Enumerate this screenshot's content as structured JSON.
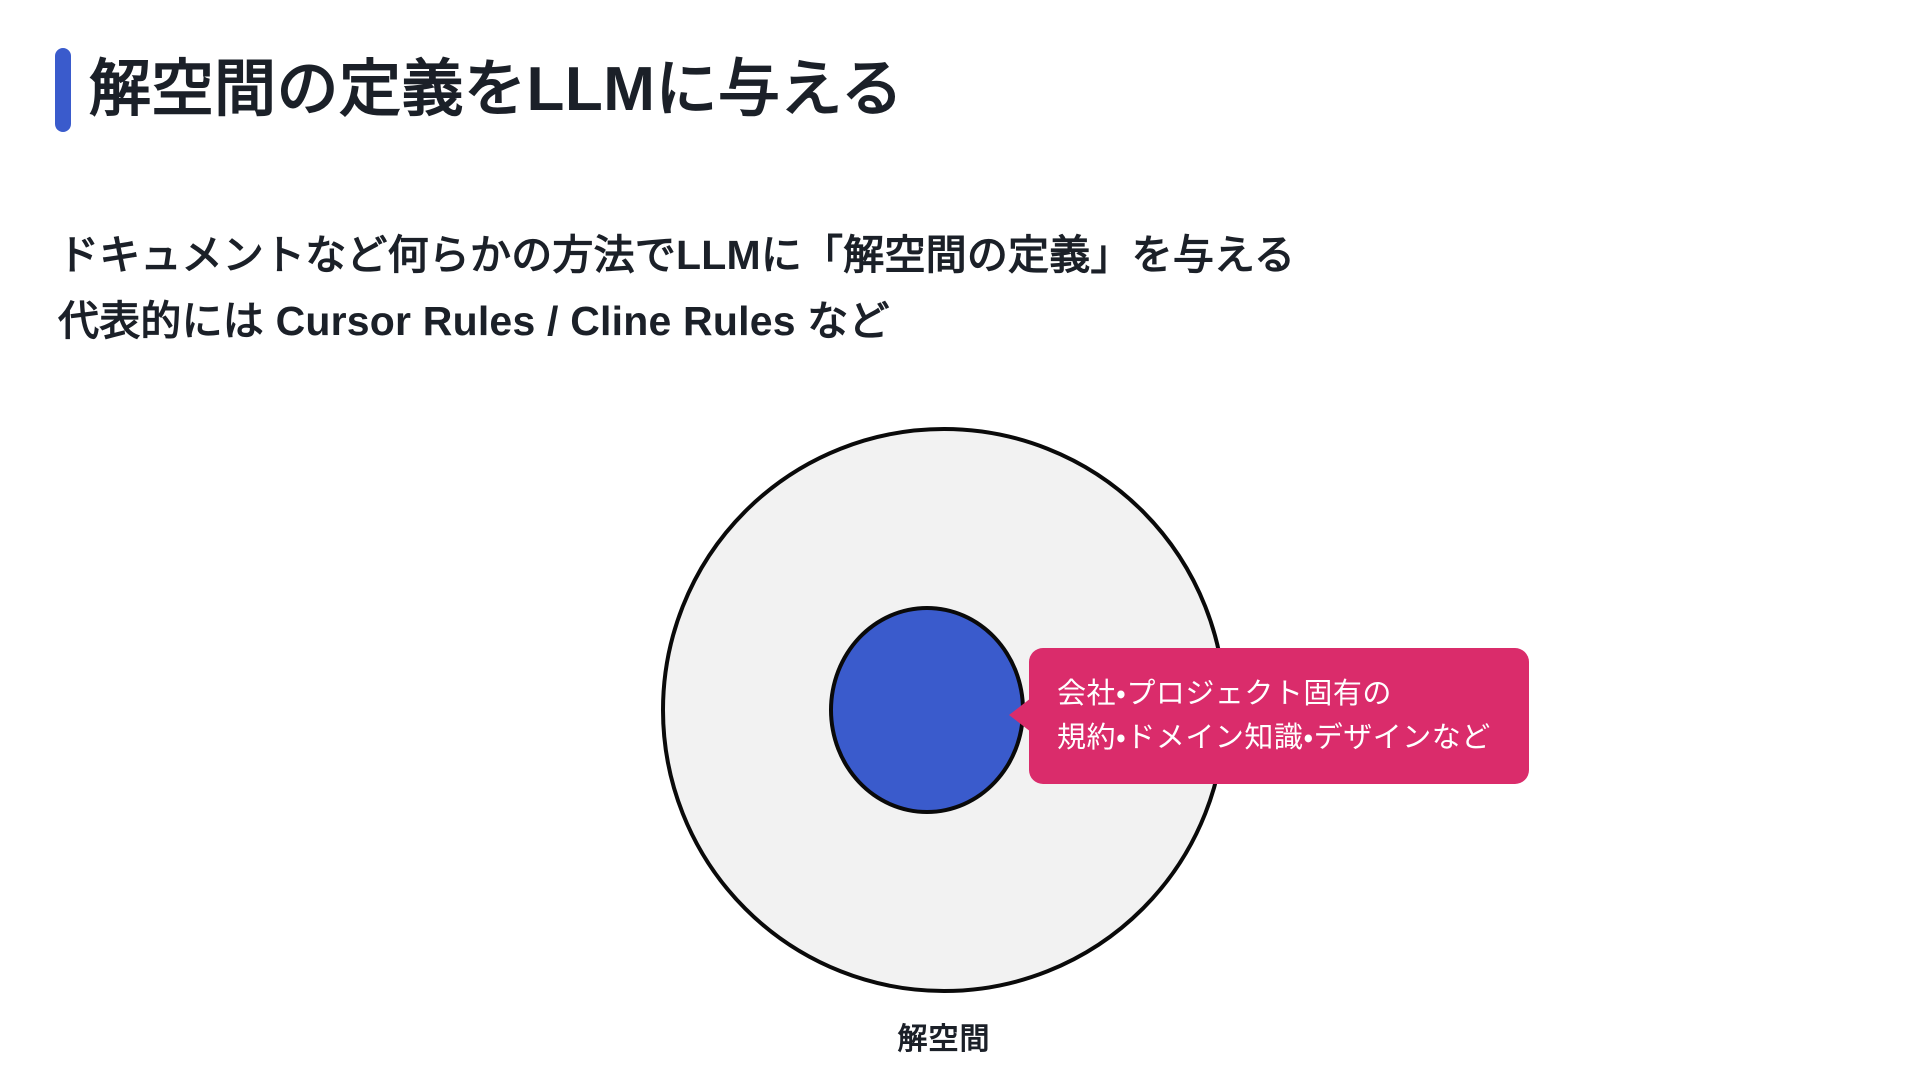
{
  "slide": {
    "background_color": "#FFFFFF",
    "title": "解空間の定義をLLMに与える",
    "title_accent_color": "#3A5BCC",
    "body_lines": [
      "ドキュメントなど何らかの方法でLLMに「解空間の定義」を与える",
      "代表的には Cursor Rules / Cline Rules など"
    ]
  },
  "diagram": {
    "type": "venn-nested-circles",
    "outer_circle": {
      "label": "解空間",
      "fill_color": "#F2F2F2",
      "stroke_color": "#0A0A0A"
    },
    "inner_circle": {
      "fill_color": "#3A5BCC",
      "stroke_color": "#0A0A0A"
    },
    "caption": "解空間",
    "callout": {
      "background_color": "#DA2C6B",
      "text_color": "#FFFFFF",
      "lines": [
        "会社・プロジェクト固有の",
        "規約・ドメイン知識・デザインなど"
      ]
    }
  }
}
